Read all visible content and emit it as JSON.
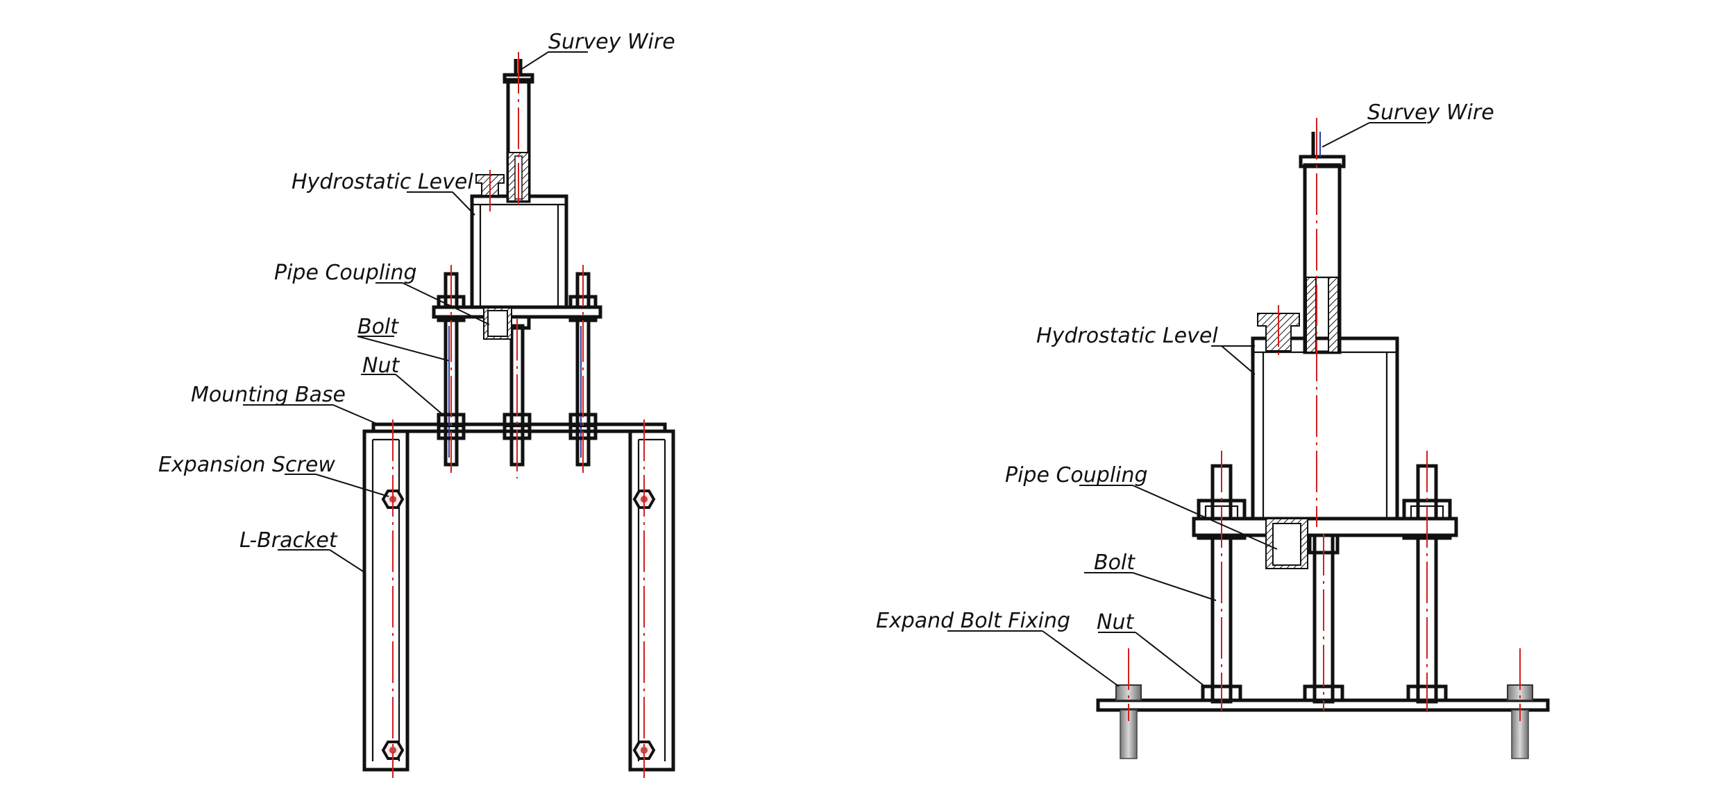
{
  "left_assembly": {
    "survey_wire": "Survey Wire",
    "hydrostatic_level": "Hydrostatic Level",
    "pipe_coupling": "Pipe Coupling",
    "bolt": "Bolt",
    "nut": "Nut",
    "mounting_base": "Mounting Base",
    "expansion_screw": "Expansion Screw",
    "l_bracket": "L-Bracket"
  },
  "right_assembly": {
    "survey_wire": "Survey Wire",
    "hydrostatic_level": "Hydrostatic Level",
    "pipe_coupling": "Pipe Coupling",
    "bolt": "Bolt",
    "nut": "Nut",
    "expand_bolt_fixing": "Expand Bolt Fixing"
  },
  "colors": {
    "line": "#111111",
    "centerline": "#d21e1e",
    "accent": "#2b3d9e",
    "fill_gray": "#e9e9e9"
  }
}
